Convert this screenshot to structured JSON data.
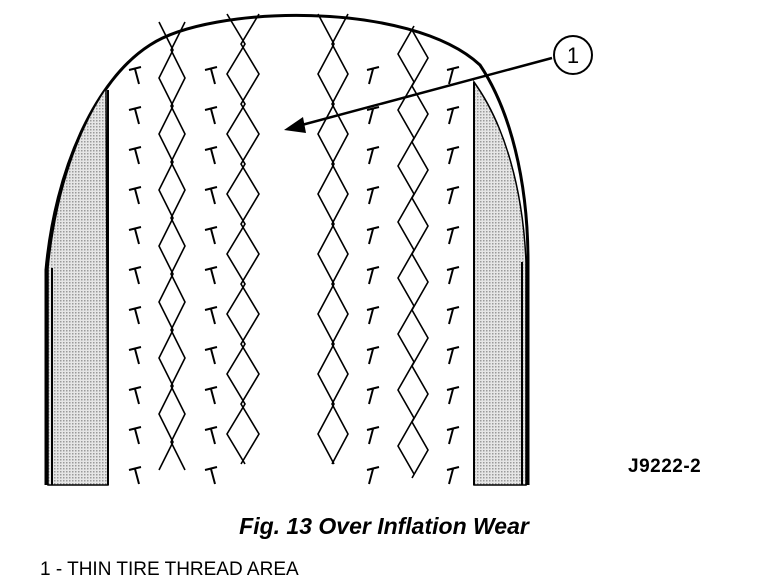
{
  "callout": {
    "number": "1"
  },
  "figure_id": "J9222-2",
  "caption": "Fig. 13 Over Inflation Wear",
  "legend": {
    "item_1": "1 - THIN TIRE THREAD AREA"
  },
  "colors": {
    "ink": "#000000",
    "shoulder_fill": "#c8c8c8",
    "background": "#ffffff"
  }
}
